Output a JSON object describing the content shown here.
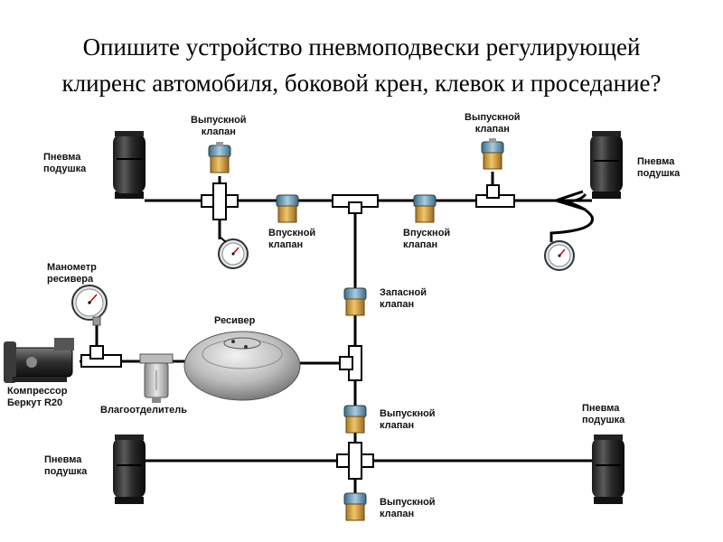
{
  "slide": {
    "title_line1": "Опишите устройство пневмоподвески регулирующей",
    "title_line2": "клиренс автомобиля, боковой крен, клевок и проседание?"
  },
  "labels": {
    "airbag_fl": [
      "Пневма",
      "подушка"
    ],
    "airbag_fr": [
      "Пневма",
      "подушка"
    ],
    "airbag_rl": [
      "Пневма",
      "подушка"
    ],
    "airbag_rr": [
      "Пневма",
      "подушка"
    ],
    "exhaust_valve_left": [
      "Выпускной",
      "клапан"
    ],
    "exhaust_valve_right": [
      "Выпускной",
      "клапан"
    ],
    "exhaust_valve_rear_top": [
      "Выпускной",
      "клапан"
    ],
    "exhaust_valve_rear_bottom": [
      "Выпускной",
      "клапан"
    ],
    "intake_valve_left": [
      "Впускной",
      "клапан"
    ],
    "intake_valve_right": [
      "Впускной",
      "клапан"
    ],
    "spare_valve": [
      "Запасной",
      "клапан"
    ],
    "receiver_gauge": [
      "Манометр",
      "ресивера"
    ],
    "receiver": "Ресивер",
    "compressor": [
      "Компрессор",
      "Беркут R20"
    ],
    "moisture_separator": "Влагоотделитель"
  }
}
